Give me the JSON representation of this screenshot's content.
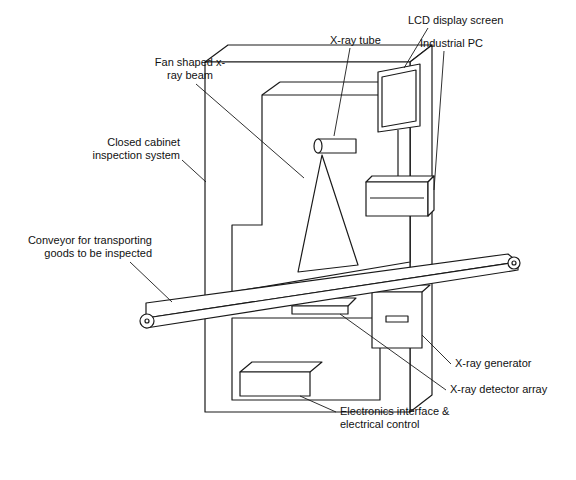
{
  "diagram": {
    "labels": [
      "Fan shaped x-ray beam",
      "X-ray tube",
      "LCD display screen",
      "Industrial PC",
      "Closed cabinet inspection system",
      "Conveyor for transporting goods to be inspected",
      "X-ray generator",
      "X-ray detector array",
      "Electronics interface & electrical control"
    ]
  }
}
